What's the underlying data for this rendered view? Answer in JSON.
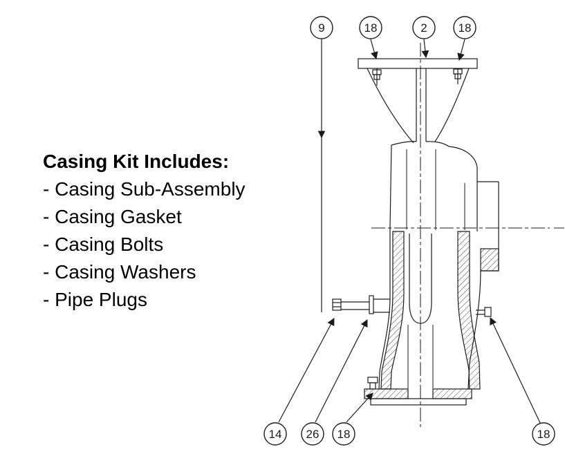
{
  "kit": {
    "title": "Casing Kit Includes:",
    "items": [
      "- Casing Sub-Assembly",
      "- Casing Gasket",
      "- Casing Bolts",
      "- Casing Washers",
      "- Pipe Plugs"
    ]
  },
  "balloons": {
    "top": [
      "9",
      "18",
      "2",
      "18"
    ],
    "bottom": [
      "14",
      "26",
      "18",
      "18"
    ]
  },
  "colors": {
    "ink": "#1a1a1a",
    "background": "#ffffff"
  }
}
